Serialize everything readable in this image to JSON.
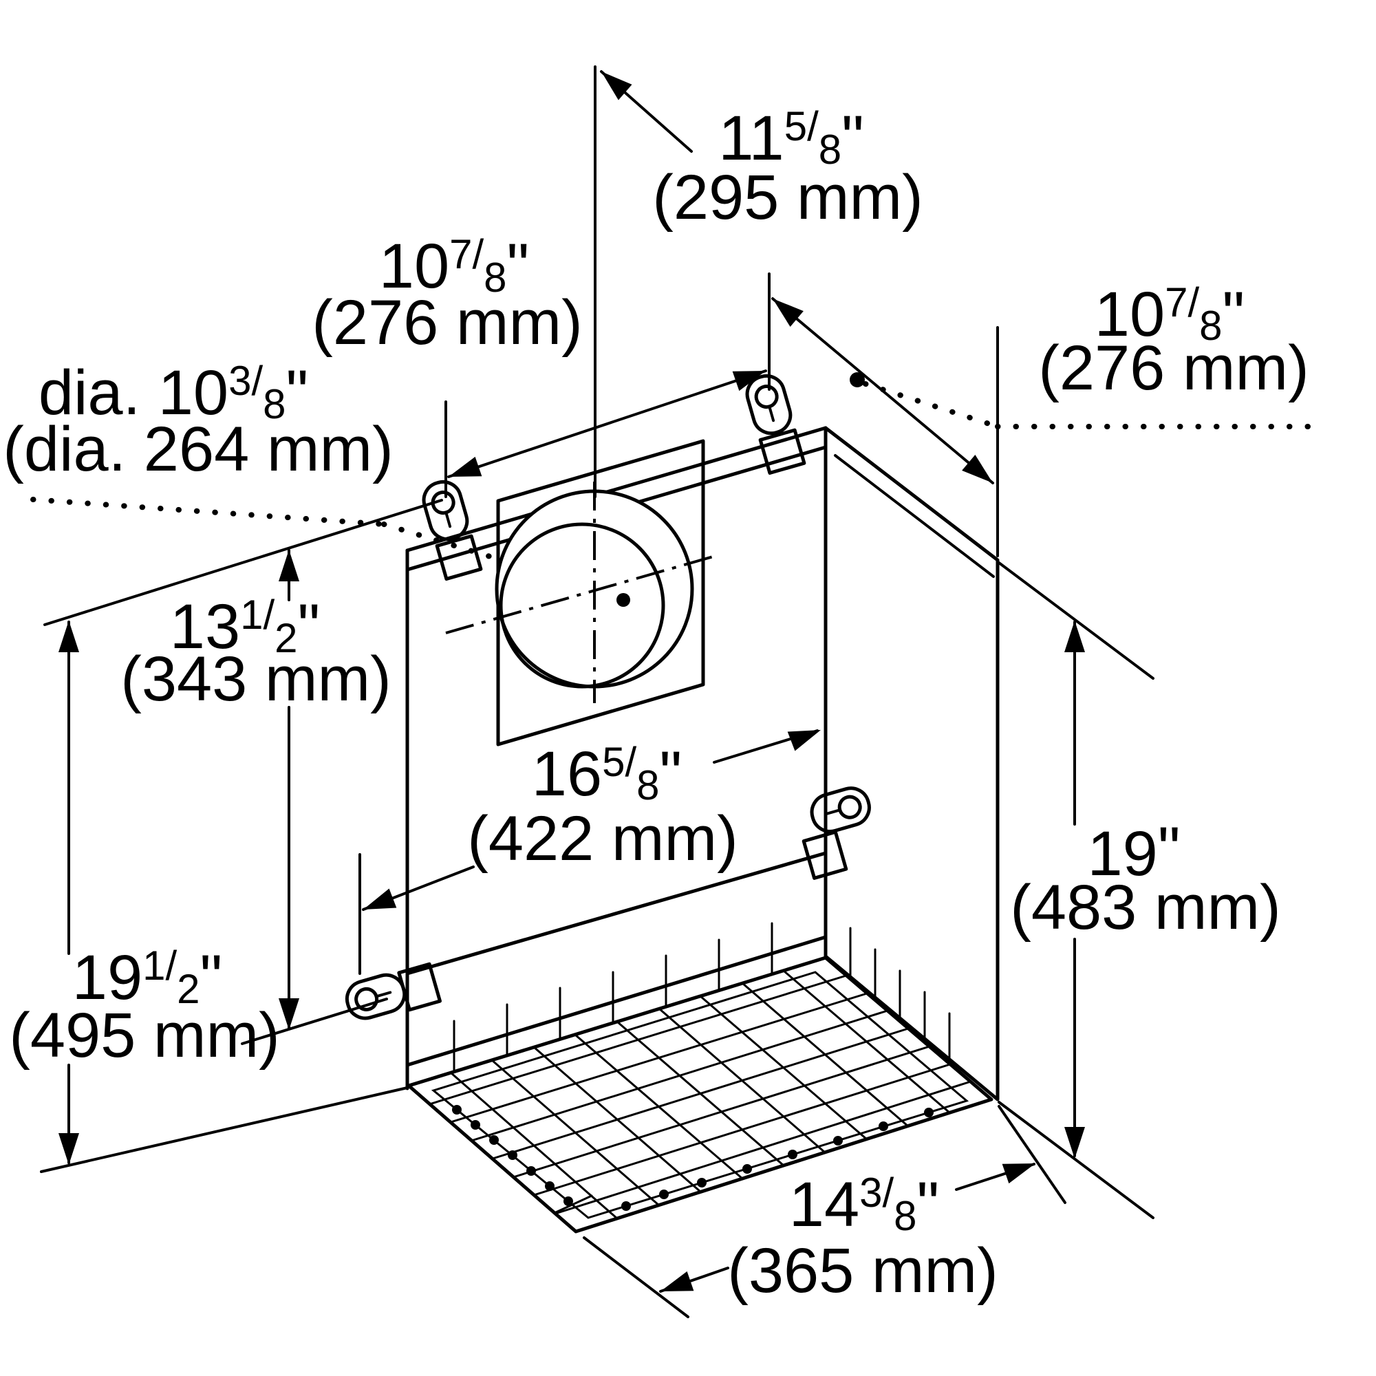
{
  "figure": {
    "type": "technical-dimension-diagram"
  },
  "dims": {
    "top": {
      "whole": "11",
      "num": "5/",
      "den": "8",
      "unit": "\"",
      "mm": "(295 mm)"
    },
    "upper_left": {
      "whole": "10",
      "num": "7/",
      "den": "8",
      "unit": "\"",
      "mm": "(276 mm)"
    },
    "dia": {
      "prefix": "dia. ",
      "whole": "10",
      "num": "3/",
      "den": "8",
      "unit": "\"",
      "mm": "(dia. 264 mm)"
    },
    "right": {
      "whole": "10",
      "num": "7/",
      "den": "8",
      "unit": "\"",
      "mm": "(276 mm)"
    },
    "mid_left": {
      "whole": "13",
      "num": "1/",
      "den": "2",
      "unit": "\"",
      "mm": "(343 mm)"
    },
    "center": {
      "whole": "16",
      "num": "5/",
      "den": "8",
      "unit": "\"",
      "mm": "(422 mm)"
    },
    "height_right": {
      "whole": "19",
      "num": "",
      "den": "",
      "unit": "\"",
      "mm": "(483 mm)"
    },
    "height_left": {
      "whole": "19",
      "num": "1/",
      "den": "2",
      "unit": "\"",
      "mm": "(495 mm)"
    },
    "bottom": {
      "whole": "14",
      "num": "3/",
      "den": "8",
      "unit": "\"",
      "mm": "(365 mm)"
    }
  }
}
